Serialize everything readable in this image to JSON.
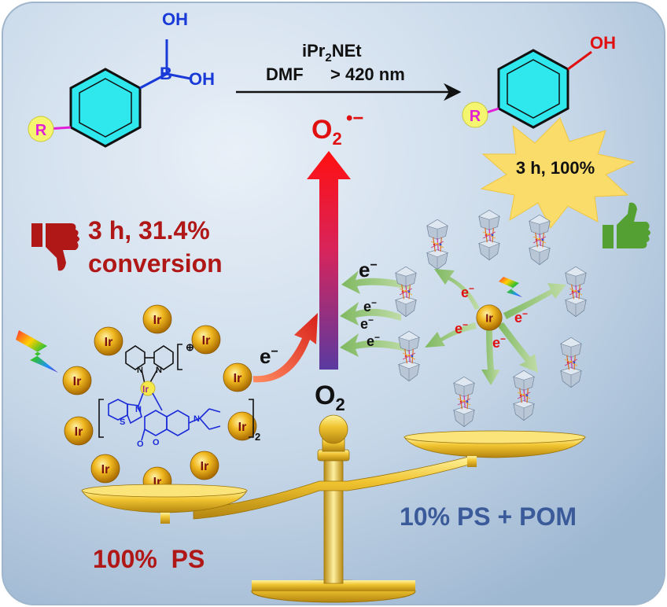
{
  "reaction": {
    "reagent": "iPr",
    "reagent_sub": "2",
    "reagent_tail": "NEt",
    "solvent": "DMF",
    "light": "> 420 nm"
  },
  "reactant": {
    "oh_top": "OH",
    "boron": "B",
    "oh_right": "OH",
    "substituent": "R"
  },
  "product": {
    "oh": "OH",
    "substituent": "R"
  },
  "superoxide": {
    "o": "O",
    "sub": "2",
    "charge": "•−"
  },
  "oxygen": {
    "o": "O",
    "sub": "2"
  },
  "left": {
    "result_line1": "3 h, 31.4%",
    "result_line2": "conversion",
    "label": "100%  PS",
    "electron": "e",
    "electron_sup": "−"
  },
  "right": {
    "result": "3 h, 100%",
    "label": "10% PS + POM",
    "electron": "e",
    "electron_sup": "−"
  },
  "complex": {
    "metal": "Ir",
    "n_label": "N",
    "s_label": "S",
    "o_label": "O",
    "charge": "⊕",
    "subscript": "2"
  },
  "colors": {
    "background": "#bcd0e4",
    "bad": "#b01818",
    "good": "#55a032",
    "ps_blue": "#3a5a9a",
    "ring": "#2ee8ee",
    "gold": "#e6b520"
  },
  "icons": [
    "thumbs-down-icon",
    "thumbs-up-icon",
    "lightning-icon",
    "balance-scale-icon",
    "iridium-sphere-icon",
    "pom-cluster-icon"
  ]
}
